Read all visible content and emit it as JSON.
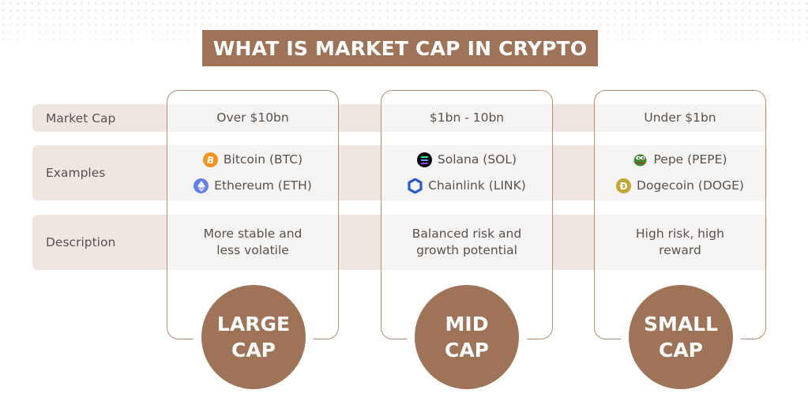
{
  "title": "WHAT IS MARKET CAP IN CRYPTO",
  "colors": {
    "accent": "#9e7357",
    "row_bg": "#f0e6e1",
    "cell_bg": "#f6f4f2",
    "border": "#b98b73",
    "text": "#555250"
  },
  "rows": [
    {
      "label": "Market Cap"
    },
    {
      "label": "Examples"
    },
    {
      "label": "Description"
    }
  ],
  "columns": [
    {
      "badge": {
        "line1": "LARGE",
        "line2": "CAP"
      },
      "market_cap": "Over $10bn",
      "examples": [
        {
          "name": "Bitcoin (BTC)",
          "icon": "bitcoin-icon",
          "color": "#f7931a"
        },
        {
          "name": "Ethereum (ETH)",
          "icon": "ethereum-icon",
          "color": "#627eea"
        }
      ],
      "description": {
        "line1": "More stable and",
        "line2": "less volatile"
      }
    },
    {
      "badge": {
        "line1": "MID",
        "line2": "CAP"
      },
      "market_cap": "$1bn - 10bn",
      "examples": [
        {
          "name": "Solana (SOL)",
          "icon": "solana-icon",
          "color": "#000000"
        },
        {
          "name": "Chainlink (LINK)",
          "icon": "chainlink-icon",
          "color": "#2a5ada"
        }
      ],
      "description": {
        "line1": "Balanced risk and",
        "line2": "growth potential"
      }
    },
    {
      "badge": {
        "line1": "SMALL",
        "line2": "CAP"
      },
      "market_cap": "Under $1bn",
      "examples": [
        {
          "name": "Pepe (PEPE)",
          "icon": "pepe-icon",
          "color": "#3d8a2e"
        },
        {
          "name": "Dogecoin (DOGE)",
          "icon": "dogecoin-icon",
          "color": "#c2a633"
        }
      ],
      "description": {
        "line1": "High risk, high",
        "line2": "reward"
      }
    }
  ]
}
